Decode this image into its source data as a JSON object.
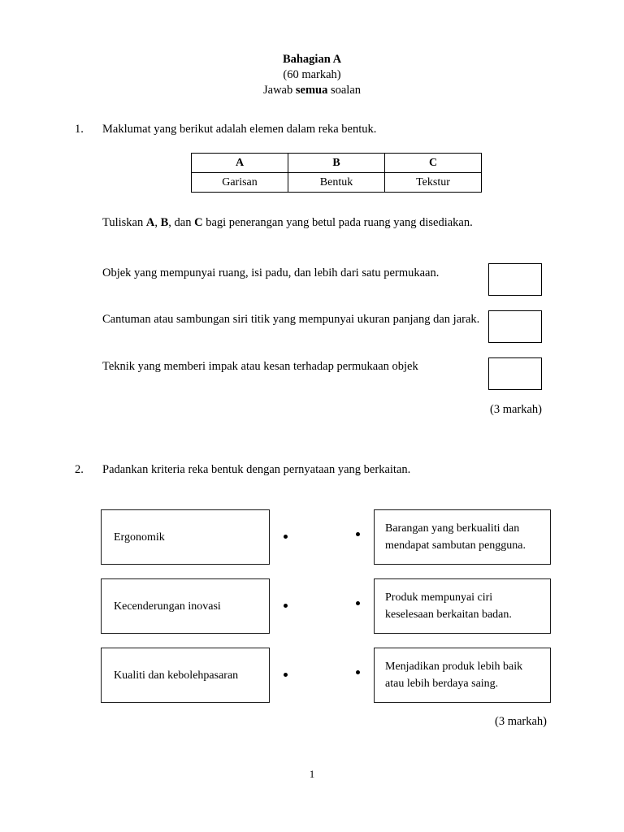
{
  "header": {
    "section_title": "Bahagian A",
    "marks_total": "(60 markah)",
    "instruction_prefix": "Jawab ",
    "instruction_bold": "semua",
    "instruction_suffix": " soalan"
  },
  "question1": {
    "number": "1.",
    "stem": "Maklumat yang berikut adalah elemen dalam reka bentuk.",
    "table": {
      "headers": [
        "A",
        "B",
        "C"
      ],
      "values": [
        "Garisan",
        "Bentuk",
        "Tekstur"
      ]
    },
    "instruction": {
      "part1": "Tuliskan ",
      "bold_a": "A",
      "part2": ", ",
      "bold_b": "B",
      "part3": ", dan ",
      "bold_c": "C",
      "part4": " bagi penerangan yang betul pada ruang yang disediakan."
    },
    "statements": [
      "Objek yang mempunyai ruang, isi padu, dan lebih dari satu permukaan.",
      "Cantuman atau sambungan siri titik yang mempunyai ukuran panjang dan jarak.",
      "Teknik yang memberi impak atau kesan terhadap permukaan objek"
    ],
    "answers": [
      "",
      "",
      ""
    ],
    "marks": "(3 markah)"
  },
  "question2": {
    "number": "2.",
    "stem": "Padankan kriteria reka bentuk dengan pernyataan yang berkaitan.",
    "left_items": [
      "Ergonomik",
      "Kecenderungan inovasi",
      "Kualiti dan kebolehpasaran"
    ],
    "right_items": [
      "Barangan yang berkualiti dan mendapat sambutan pengguna.",
      "Produk mempunyai ciri keselesaan berkaitan badan.",
      "Menjadikan produk lebih baik atau lebih berdaya saing."
    ],
    "marks": "(3 markah)"
  },
  "footer": {
    "page_number": "1"
  }
}
